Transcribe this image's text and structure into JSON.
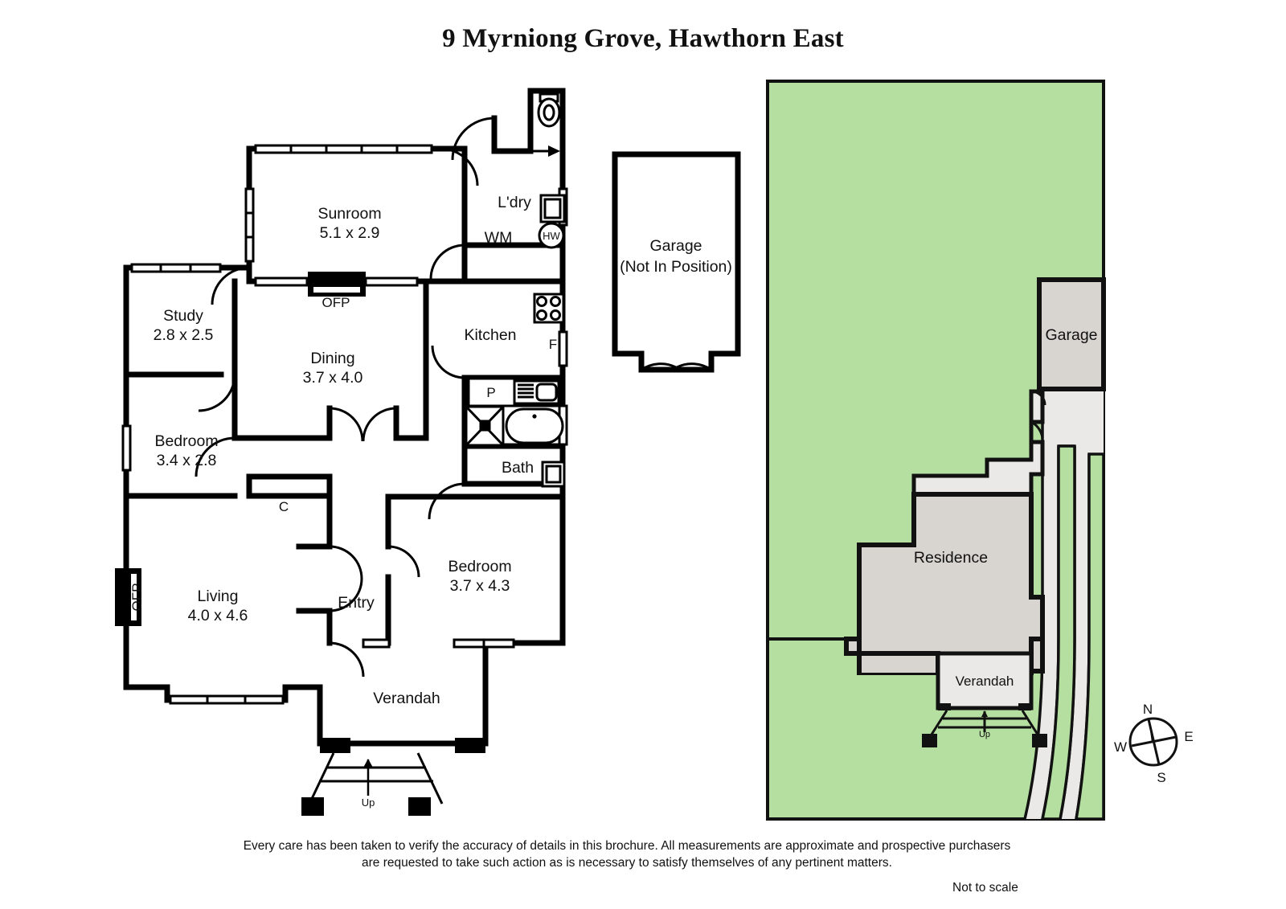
{
  "title": "9 Myrniong Grove, Hawthorn East",
  "floorplan": {
    "rooms": [
      {
        "name": "Sunroom",
        "dims": "5.1 x 2.9"
      },
      {
        "name": "Study",
        "dims": "2.8 x 2.5"
      },
      {
        "name": "Dining",
        "dims": "3.7 x 4.0"
      },
      {
        "name": "Bedroom",
        "dims": "3.4 x 2.8"
      },
      {
        "name": "Bedroom",
        "dims": "3.7 x 4.3"
      },
      {
        "name": "Living",
        "dims": "4.0 x 4.6"
      },
      {
        "name": "Kitchen",
        "dims": ""
      },
      {
        "name": "Bath",
        "dims": ""
      },
      {
        "name": "L'dry",
        "dims": ""
      },
      {
        "name": "Entry",
        "dims": ""
      },
      {
        "name": "Verandah",
        "dims": ""
      }
    ],
    "annotations": {
      "ofp_dining": "OFP",
      "ofp_living": "OFP",
      "washing_machine": "WM",
      "hot_water": "HW",
      "fridge": "F",
      "pantry": "P",
      "closet": "C",
      "stairs_up": "Up"
    },
    "garage_block": {
      "label": "Garage",
      "note": "(Not In Position)"
    }
  },
  "siteplan": {
    "residence_label": "Residence",
    "garage_label": "Garage",
    "verandah_label": "Verandah",
    "stairs_up": "Up",
    "compass": {
      "n": "N",
      "e": "E",
      "s": "S",
      "w": "W"
    },
    "colors": {
      "lawn": "#b5dfa0",
      "building": "#d8d5d0",
      "paving": "#ebe9e7",
      "outline": "#111111"
    }
  },
  "footer": {
    "disclaimer_line1": "Every care has been taken to verify the accuracy of details in this brochure.  All measurements are approximate and prospective purchasers",
    "disclaimer_line2": "are requested to take such action as is necessary to satisfy themselves of any pertinent matters.",
    "not_to_scale": "Not to scale"
  }
}
